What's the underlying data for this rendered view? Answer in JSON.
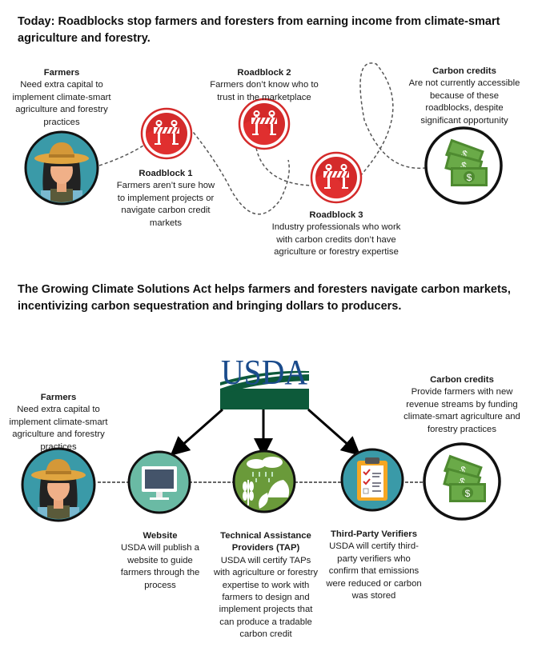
{
  "today": {
    "title": "Today: Roadblocks stop farmers and foresters from earning income from climate-smart agriculture and forestry.",
    "farmers": {
      "heading": "Farmers",
      "text": "Need extra capital to implement climate-smart agriculture and forestry practices"
    },
    "roadblocks": [
      {
        "heading": "Roadblock 1",
        "text": "Farmers aren’t sure how to implement projects or navigate carbon credit markets"
      },
      {
        "heading": "Roadblock 2",
        "text": "Farmers don’t know who to trust in the marketplace"
      },
      {
        "heading": "Roadblock 3",
        "text": "Industry professionals who work with carbon credits don’t have agriculture or forestry expertise"
      }
    ],
    "carbon": {
      "heading": "Carbon credits",
      "text": "Are not currently accessible because of these roadblocks, despite significant opportunity"
    }
  },
  "act": {
    "title": "The Growing Climate Solutions Act helps farmers and foresters navigate carbon markets, incentivizing carbon sequestration and bringing dollars to producers.",
    "logo_text": "USDA",
    "farmers": {
      "heading": "Farmers",
      "text": "Need extra capital to implement climate-smart agriculture and forestry practices"
    },
    "website": {
      "heading": "Website",
      "text": "USDA will publish a website to guide farmers through the process"
    },
    "tap": {
      "heading": "Technical Assistance Providers (TAP)",
      "text": "USDA will certify TAPs with agriculture or forestry expertise to work with farmers to design and implement projects that can produce a tradable carbon credit"
    },
    "verifiers": {
      "heading": "Third-Party Verifiers",
      "text": "USDA will certify third-party verifiers who confirm that emissions were reduced or carbon was stored"
    },
    "carbon": {
      "heading": "Carbon credits",
      "text": "Provide farmers with new revenue streams by funding climate-smart agriculture and forestry practices"
    }
  },
  "colors": {
    "red": "#d42a2a",
    "usda_blue": "#1a4b8c",
    "usda_green": "#0d5a3a",
    "teal": "#3a9aa8",
    "money": "#5a9a3c"
  }
}
